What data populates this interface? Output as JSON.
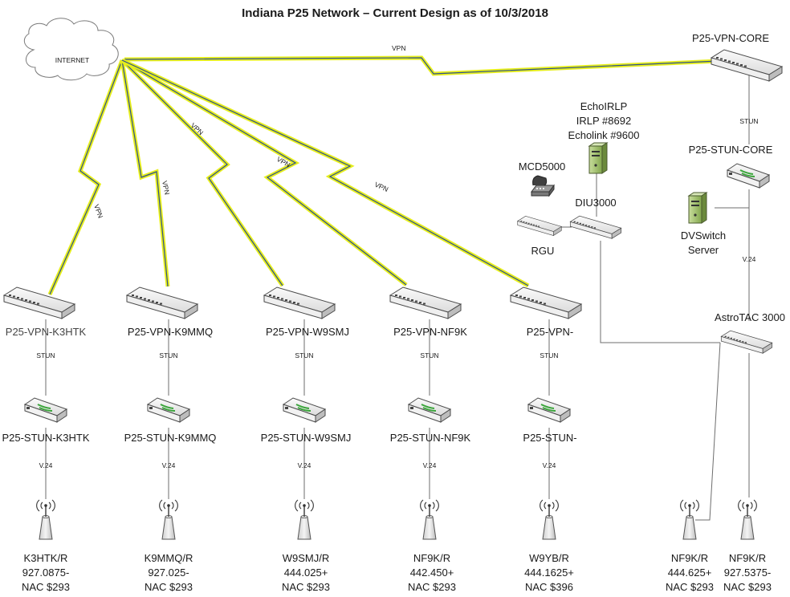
{
  "title": "Indiana P25 Network – Current Design as of 10/3/2018",
  "internet": {
    "label": "INTERNET"
  },
  "link_labels": {
    "vpn": "VPN",
    "stun": "STUN",
    "v24": "V.24"
  },
  "core": {
    "vpn_switch": "P25-VPN-CORE",
    "stun_router": "P25-STUN-CORE",
    "dvswitch": [
      "DVSwitch",
      "Server"
    ],
    "echo": [
      "EchoIRLP",
      "IRLP #8692",
      "Echolink #9600"
    ],
    "mcd": "MCD5000",
    "diu": "DIU3000",
    "rgu": "RGU",
    "astrotac": "AstroTAC 3000"
  },
  "sites": [
    {
      "vpn": "P25-VPN-K3HTK",
      "stun": "P25-STUN-K3HTK",
      "repeater": [
        "K3HTK/R",
        "927.0875-",
        "NAC $293"
      ]
    },
    {
      "vpn": "P25-VPN-K9MMQ",
      "stun": "P25-STUN-K9MMQ",
      "repeater": [
        "K9MMQ/R",
        "927.025-",
        "NAC $293"
      ]
    },
    {
      "vpn": "P25-VPN-W9SMJ",
      "stun": "P25-STUN-W9SMJ",
      "repeater": [
        "W9SMJ/R",
        "444.025+",
        "NAC $293"
      ]
    },
    {
      "vpn": "P25-VPN-NF9K",
      "stun": "P25-STUN-NF9K",
      "repeater": [
        "NF9K/R",
        "442.450+",
        "NAC $293"
      ]
    },
    {
      "vpn": "P25-VPN-",
      "stun": "P25-STUN-",
      "repeater": [
        "W9YB/R",
        "444.1625+",
        "NAC $396"
      ]
    }
  ],
  "astrotac_repeaters": [
    {
      "repeater": [
        "NF9K/R",
        "444.625+",
        "NAC $293"
      ]
    },
    {
      "repeater": [
        "NF9K/R",
        "927.5375-",
        "NAC $293"
      ]
    }
  ],
  "colors": {
    "vpn_lightning": "#e6ee1c",
    "vpn_line": "#2d4f8e",
    "wire": "#6d6d6d"
  },
  "icons": {
    "switch": "network-switch-icon",
    "router": "stun-router-icon",
    "antenna": "repeater-antenna-icon",
    "server": "server-icon",
    "phone": "telephone-icon"
  }
}
